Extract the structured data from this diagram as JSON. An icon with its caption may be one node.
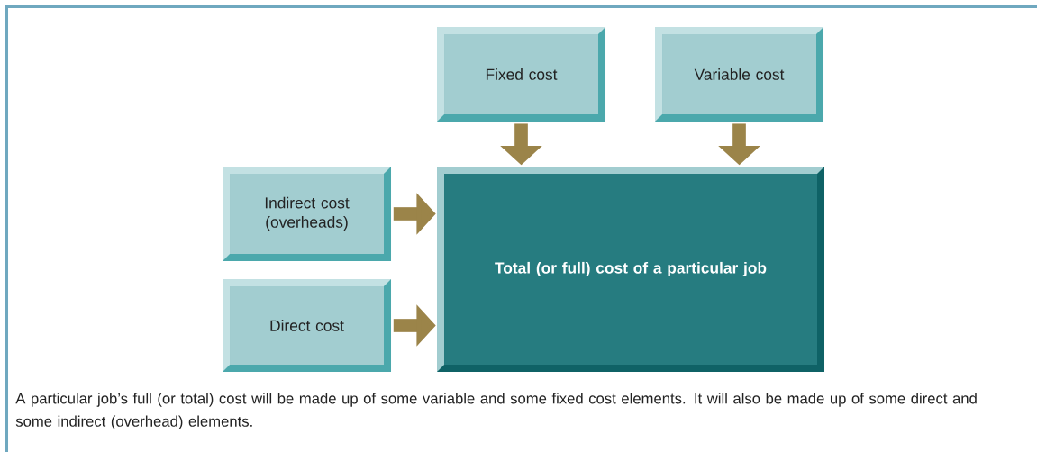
{
  "diagram": {
    "caption": "A particular job’s full (or total) cost will be made up of some variable and some fixed cost elements. It will also be made up of some direct and some indirect (overhead) elements.",
    "nodes": [
      {
        "text": [
          "Fixed cost"
        ]
      },
      {
        "text": [
          "Variable cost"
        ]
      },
      {
        "text": [
          "Indirect cost (overheads)"
        ]
      },
      {
        "text": [
          "Direct cost"
        ]
      },
      {
        "text": [
          "Total (or full) cost of a particular job"
        ]
      }
    ],
    "edges": [
      {
        "from": 0,
        "to": 4,
        "arrow": "to"
      },
      {
        "from": 1,
        "to": 4,
        "arrow": "to"
      },
      {
        "from": 2,
        "to": 4,
        "arrow": "to"
      },
      {
        "from": 3,
        "to": 4,
        "arrow": "to"
      }
    ]
  }
}
